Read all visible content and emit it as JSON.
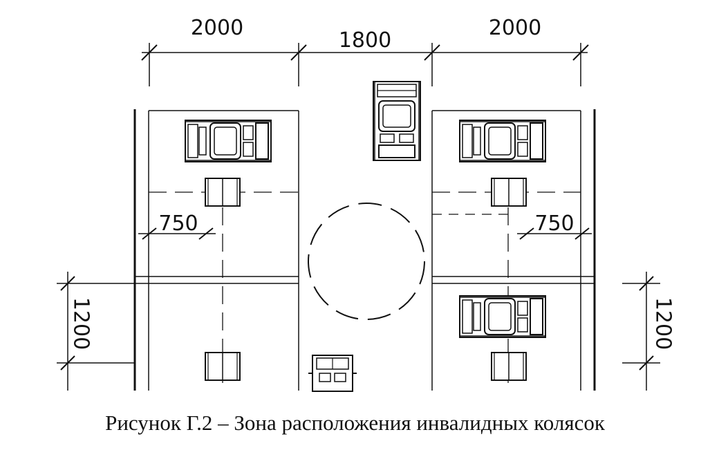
{
  "dimensions": {
    "top_left": "2000",
    "top_middle": "1800",
    "top_right": "2000",
    "left_inner": "750",
    "right_inner": "750",
    "left_vertical": "1200",
    "right_vertical": "1200"
  },
  "caption": "Рисунок Г.2 – Зона расположения инвалидных колясок"
}
